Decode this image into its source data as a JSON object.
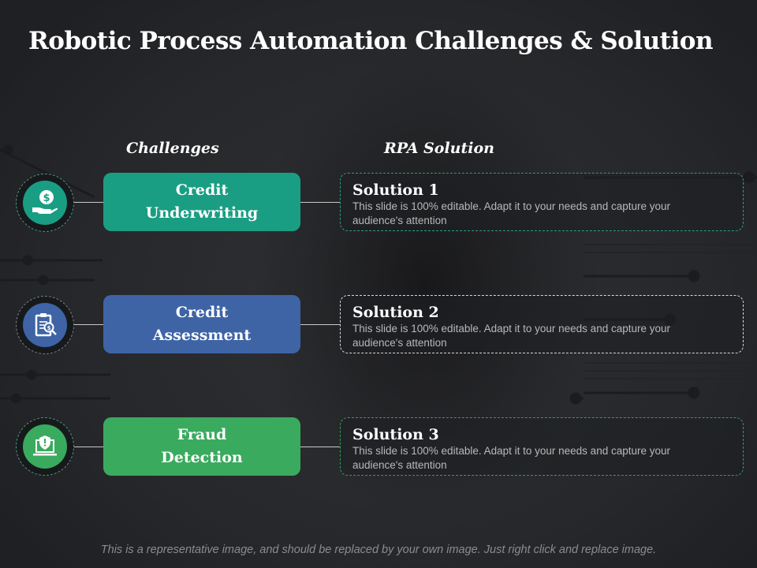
{
  "slide": {
    "title": "Robotic Process Automation Challenges & Solution",
    "headers": {
      "challenges": "Challenges",
      "solutions": "RPA Solution"
    },
    "rows": [
      {
        "icon": "money-hand-icon",
        "color": "#1a9e83",
        "challenge_line1": "Credit",
        "challenge_line2": "Underwriting",
        "solution_title": "Solution 1",
        "solution_text": "This slide is 100% editable. Adapt it to your needs and capture your audience's attention",
        "border_color": "#2f9c84"
      },
      {
        "icon": "clipboard-search-icon",
        "color": "#3e64a6",
        "challenge_line1": "Credit",
        "challenge_line2": "Assessment",
        "solution_title": "Solution 2",
        "solution_text": "This slide is 100% editable. Adapt it to your needs and capture your audience's attention",
        "border_color": "#d8d8d8"
      },
      {
        "icon": "laptop-shield-icon",
        "color": "#3aaa5e",
        "challenge_line1": "Fraud",
        "challenge_line2": "Detection",
        "solution_title": "Solution 3",
        "solution_text": "This slide is 100% editable. Adapt it to your needs and capture your audience's attention",
        "border_color": "#3b9a5c"
      }
    ],
    "footer": "This is a representative image, and should be replaced by your own image. Just right click and replace image."
  }
}
